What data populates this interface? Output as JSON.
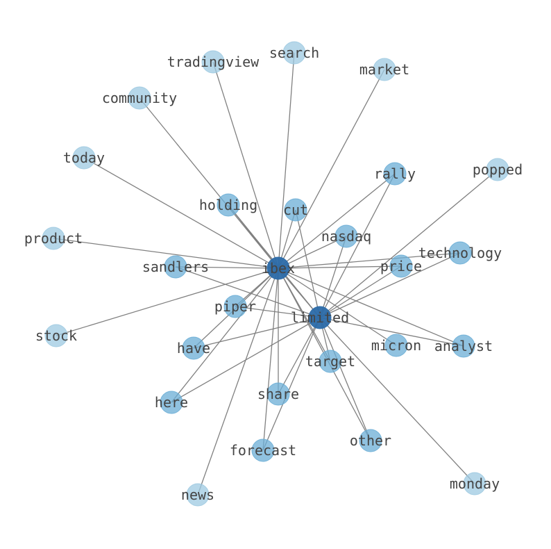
{
  "graph": {
    "colors": {
      "hub": "#2b6aa8",
      "mid": "#6baed6",
      "leaf": "#9ecae1",
      "edge": "#808080",
      "label": "#444444"
    },
    "nodes": [
      {
        "id": "ibex",
        "tier": "hub"
      },
      {
        "id": "limited",
        "tier": "hub"
      },
      {
        "id": "search",
        "tier": "leaf"
      },
      {
        "id": "tradingview",
        "tier": "leaf"
      },
      {
        "id": "market",
        "tier": "leaf"
      },
      {
        "id": "community",
        "tier": "leaf"
      },
      {
        "id": "today",
        "tier": "leaf"
      },
      {
        "id": "popped",
        "tier": "leaf"
      },
      {
        "id": "rally",
        "tier": "mid"
      },
      {
        "id": "holding",
        "tier": "mid"
      },
      {
        "id": "cut",
        "tier": "mid"
      },
      {
        "id": "nasdaq",
        "tier": "mid"
      },
      {
        "id": "product",
        "tier": "leaf"
      },
      {
        "id": "technology",
        "tier": "mid"
      },
      {
        "id": "sandlers",
        "tier": "mid"
      },
      {
        "id": "price",
        "tier": "mid"
      },
      {
        "id": "piper",
        "tier": "mid"
      },
      {
        "id": "stock",
        "tier": "leaf"
      },
      {
        "id": "have",
        "tier": "mid"
      },
      {
        "id": "micron",
        "tier": "mid"
      },
      {
        "id": "analyst",
        "tier": "mid"
      },
      {
        "id": "target",
        "tier": "mid"
      },
      {
        "id": "here",
        "tier": "mid"
      },
      {
        "id": "share",
        "tier": "mid"
      },
      {
        "id": "other",
        "tier": "mid"
      },
      {
        "id": "forecast",
        "tier": "mid"
      },
      {
        "id": "monday",
        "tier": "leaf"
      },
      {
        "id": "news",
        "tier": "leaf"
      }
    ],
    "edges": [
      [
        "ibex",
        "limited"
      ],
      [
        "ibex",
        "search"
      ],
      [
        "ibex",
        "tradingview"
      ],
      [
        "ibex",
        "market"
      ],
      [
        "ibex",
        "community"
      ],
      [
        "ibex",
        "today"
      ],
      [
        "ibex",
        "rally"
      ],
      [
        "ibex",
        "holding"
      ],
      [
        "ibex",
        "cut"
      ],
      [
        "ibex",
        "nasdaq"
      ],
      [
        "ibex",
        "product"
      ],
      [
        "ibex",
        "technology"
      ],
      [
        "ibex",
        "sandlers"
      ],
      [
        "ibex",
        "price"
      ],
      [
        "ibex",
        "piper"
      ],
      [
        "ibex",
        "stock"
      ],
      [
        "ibex",
        "have"
      ],
      [
        "ibex",
        "micron"
      ],
      [
        "ibex",
        "analyst"
      ],
      [
        "ibex",
        "target"
      ],
      [
        "ibex",
        "here"
      ],
      [
        "ibex",
        "share"
      ],
      [
        "ibex",
        "other"
      ],
      [
        "ibex",
        "forecast"
      ],
      [
        "ibex",
        "news"
      ],
      [
        "limited",
        "popped"
      ],
      [
        "limited",
        "rally"
      ],
      [
        "limited",
        "holding"
      ],
      [
        "limited",
        "cut"
      ],
      [
        "limited",
        "nasdaq"
      ],
      [
        "limited",
        "technology"
      ],
      [
        "limited",
        "sandlers"
      ],
      [
        "limited",
        "price"
      ],
      [
        "limited",
        "piper"
      ],
      [
        "limited",
        "have"
      ],
      [
        "limited",
        "analyst"
      ],
      [
        "limited",
        "target"
      ],
      [
        "limited",
        "here"
      ],
      [
        "limited",
        "share"
      ],
      [
        "limited",
        "other"
      ],
      [
        "limited",
        "forecast"
      ],
      [
        "limited",
        "monday"
      ]
    ]
  }
}
